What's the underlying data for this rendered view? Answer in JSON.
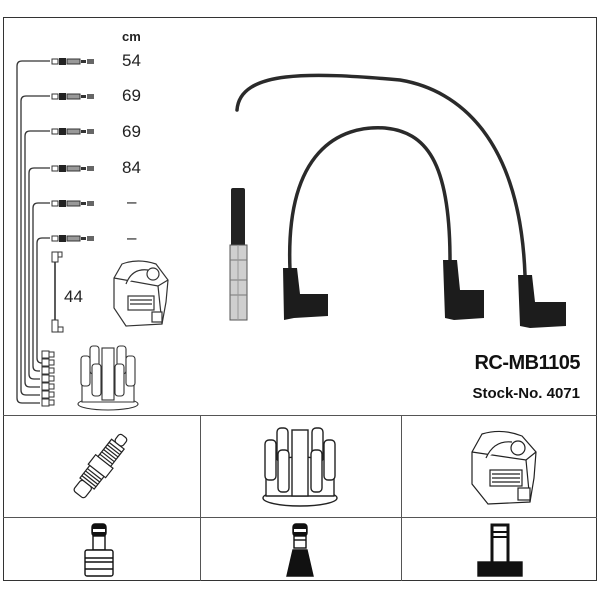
{
  "diagram": {
    "unit_label": "cm",
    "leads": [
      {
        "length": "54"
      },
      {
        "length": "69"
      },
      {
        "length": "69"
      },
      {
        "length": "84"
      },
      {
        "length": "–"
      },
      {
        "length": "–"
      }
    ],
    "coil_lead_length": "44",
    "part_number": "RC-MB1105",
    "stock_number": "Stock-No. 4071"
  },
  "table": {
    "components": [
      {
        "name": "spark-plug"
      },
      {
        "name": "distributor-cap"
      },
      {
        "name": "ignition-coil"
      }
    ],
    "terminals": [
      {
        "name": "spark-plug-terminal"
      },
      {
        "name": "distributor-terminal"
      },
      {
        "name": "coil-terminal"
      }
    ]
  },
  "colors": {
    "line": "#333333",
    "cable": "#222222"
  }
}
